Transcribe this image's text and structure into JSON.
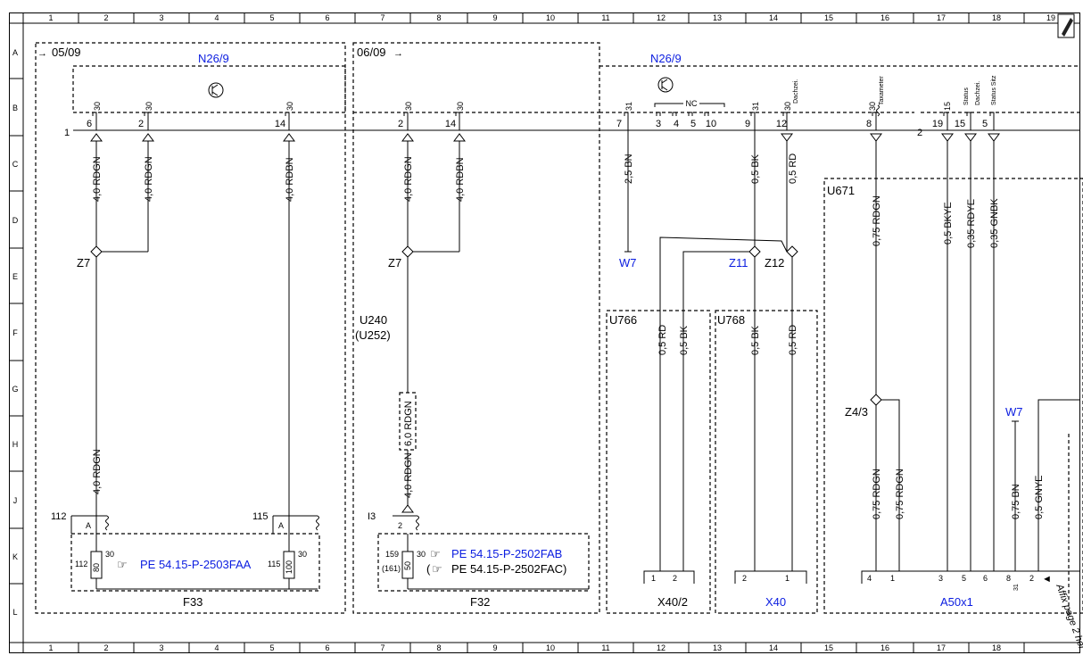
{
  "grid": {
    "cols": [
      "1",
      "2",
      "3",
      "4",
      "5",
      "6",
      "7",
      "8",
      "9",
      "10",
      "11",
      "12",
      "13",
      "14",
      "15",
      "16",
      "17",
      "18",
      "19"
    ],
    "rows": [
      "A",
      "B",
      "C",
      "D",
      "E",
      "F",
      "G",
      "H",
      "J",
      "K",
      "L"
    ]
  },
  "labels": {
    "date_left": "05/09",
    "date_right": "06/09",
    "n26_left": "N26/9",
    "n26_right": "N26/9",
    "line1": "1",
    "line2": "2",
    "z7_a": "Z7",
    "z7_b": "Z7",
    "u240": "U240",
    "u252": "(U252)",
    "w7_a": "W7",
    "z11": "Z11",
    "z12": "Z12",
    "u671": "U671",
    "u766": "U766",
    "u768": "U768",
    "z4_3": "Z4/3",
    "w7_b": "W7",
    "nc": "NC",
    "f33": "F33",
    "f32": "F32",
    "x40_2": "X40/2",
    "x40": "X40",
    "a50x1": "A50x1",
    "i3": "I3",
    "n112": "112",
    "n115": "115",
    "a1": "A",
    "a2": "A",
    "ref_f33": "PE 54.15-P-2503FAA",
    "ref_f32a": "PE 54.15-P-2502FAB",
    "ref_f32b": "PE 54.15-P-2502FAC)",
    "ref_f32b_open": "(",
    "fuse_112": "112",
    "fuse_115": "115",
    "fuse_80": "80",
    "fuse_100": "100",
    "fuse_50": "50",
    "f30a": "30",
    "f30b": "30",
    "f30c": "30",
    "n159": "159",
    "n161": "(161)",
    "affix": "Affix page 2 her"
  },
  "wires": {
    "w_c2": "4,0 RDGN",
    "w_c3": "4,0 RDGN",
    "w_c5": "4,0 RDBN",
    "w_c7": "4,0 RDGN",
    "w_c8": "4,0 RDBN",
    "w_c11": "2,5 BN",
    "w_c13": "0,5 BK",
    "w_c14": "0,5 RD",
    "w_c16": "0,75 RDGN",
    "w_c17": "0,5 BKYE",
    "w_c17b": "0,35 RDYE",
    "w_c18": "0,35 GNBK",
    "w_h2": "4,0 RDGN",
    "w_g7": "6,0 RDGN",
    "w_h7": "4,0 RDGN",
    "w_f12a": "0,5 RD",
    "w_f12b": "0,5 BK",
    "w_f13": "0,5 BK",
    "w_f14": "0,5 RD",
    "w_j16a": "0,75 RDGN",
    "w_j16b": "0,75 RDGN",
    "w_j18a": "0,75 BN",
    "w_j18b": "0,5 GNYE"
  },
  "pins": {
    "top": [
      "30",
      "30",
      "30",
      "30",
      "30",
      "31",
      "31",
      "30",
      "30",
      "15"
    ],
    "top_labels": [
      "Dachzei.",
      "Taxameter",
      "Status",
      "Dachzei.",
      "Status Sitz"
    ],
    "nums": [
      "6",
      "2",
      "14",
      "2",
      "14",
      "7",
      "3",
      "4",
      "5",
      "10",
      "9",
      "12",
      "8",
      "19",
      "15",
      "5"
    ],
    "bottom": [
      "1",
      "2",
      "2",
      "1",
      "4",
      "1",
      "3",
      "5",
      "6",
      "8",
      "2"
    ],
    "bottom_31": "31"
  }
}
